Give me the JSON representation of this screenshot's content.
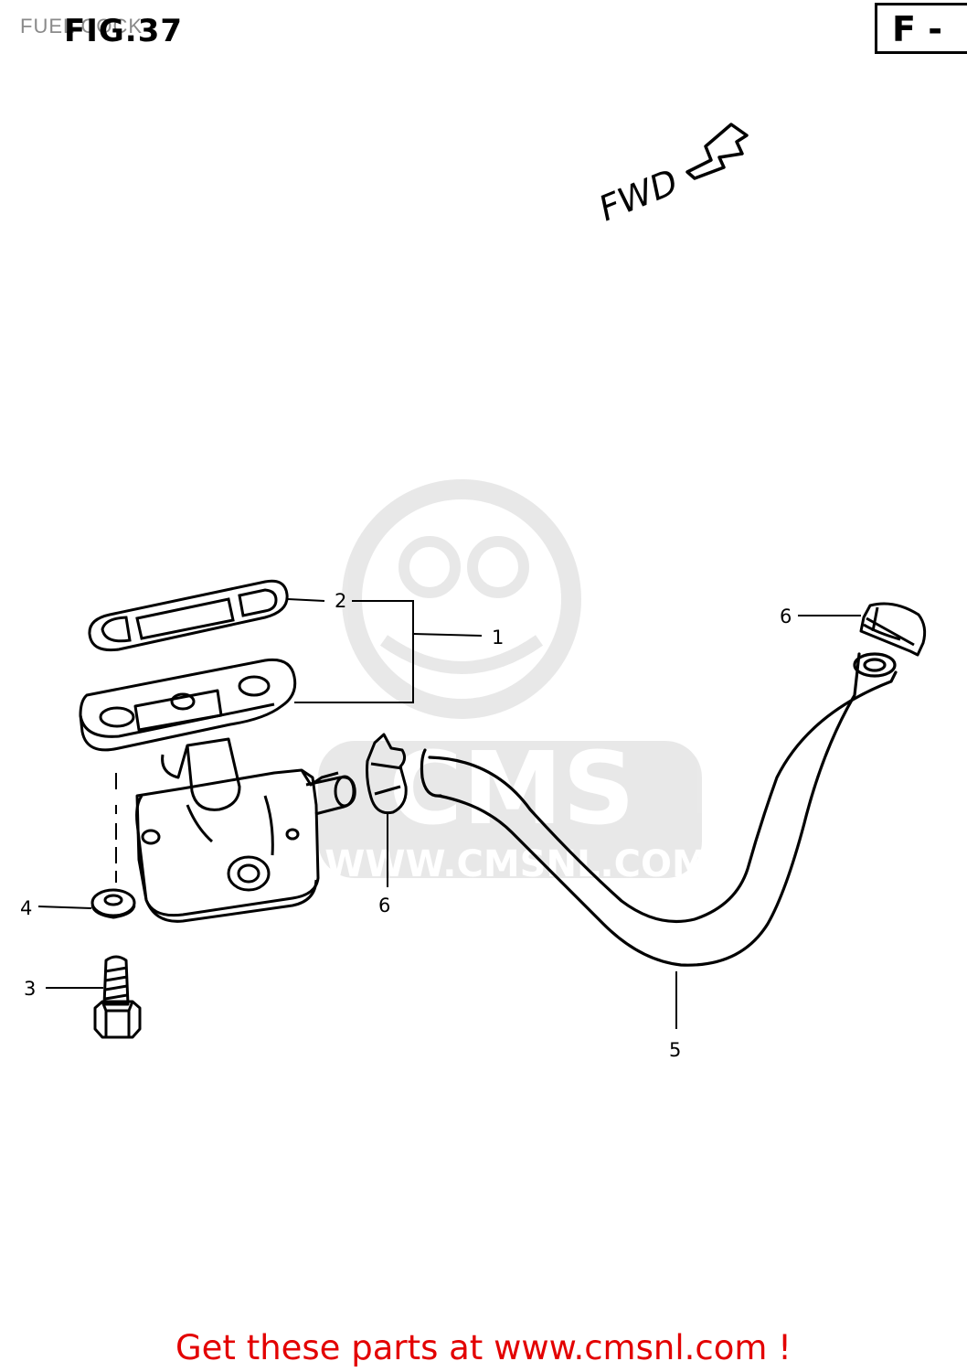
{
  "header": {
    "section_title": "FUEL COCK",
    "figure_label": "FIG.37",
    "section_code": "F -"
  },
  "direction": {
    "label": "FWD"
  },
  "watermark": {
    "brand": "CMS",
    "url": "WWW.CMSNL.COM"
  },
  "callouts": [
    {
      "id": "1",
      "label": "1"
    },
    {
      "id": "2",
      "label": "2"
    },
    {
      "id": "3",
      "label": "3"
    },
    {
      "id": "4",
      "label": "4"
    },
    {
      "id": "5",
      "label": "5"
    },
    {
      "id": "6a",
      "label": "6"
    },
    {
      "id": "6b",
      "label": "6"
    }
  ],
  "footer": {
    "cta": "Get these parts at www.cmsnl.com !"
  }
}
